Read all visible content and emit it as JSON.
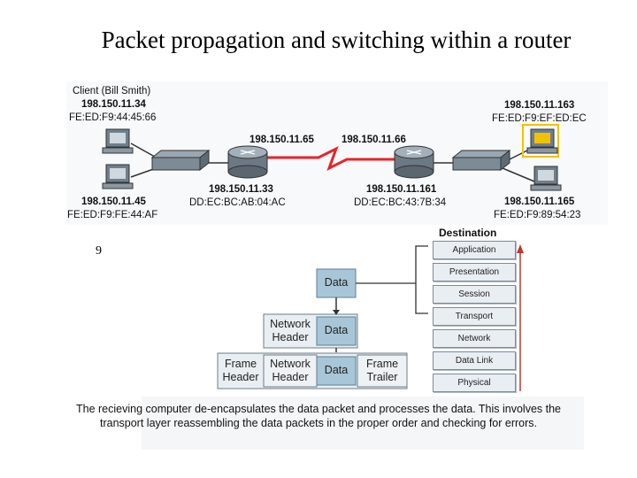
{
  "title": "Packet propagation and switching within a router",
  "slide_number": "9",
  "network": {
    "client_name": "Client (Bill Smith)",
    "client_ip": "198.150.11.34",
    "client_mac": "FE:ED:F9:44:45:66",
    "host_left_bottom_ip": "198.150.11.45",
    "host_left_bottom_mac": "FE:ED:F9:FE:44:AF",
    "router1_wan_ip": "198.150.11.65",
    "router1_lan_ip": "198.150.11.33",
    "router1_mac": "DD:EC:BC:AB:04:AC",
    "router2_wan_ip": "198.150.11.66",
    "router2_lan_ip": "198.150.11.161",
    "router2_mac": "DD:EC:BC:43:7B:34",
    "dest_host_ip": "198.150.11.163",
    "dest_host_mac": "FE:ED:F9:EF:ED:EC",
    "host_right_bottom_ip": "198.150.11.165",
    "host_right_bottom_mac": "FE:ED:F9:89:54:23"
  },
  "encapsulation": {
    "data": "Data",
    "network_header": "Network Header",
    "frame_header": "Frame Header",
    "frame_trailer": "Frame Trailer"
  },
  "osi": {
    "heading": "Destination",
    "layers": [
      "Application",
      "Presentation",
      "Session",
      "Transport",
      "Network",
      "Data Link",
      "Physical"
    ]
  },
  "caption": "The recieving computer de-encapsulates the data packet and processes the data. This involves the transport layer reassembling the data packets in the proper order and checking for errors.",
  "colors": {
    "highlight_host": "#f2c200",
    "wan_link": "#e8232a",
    "data_box": "#a8c6d8",
    "header_box": "#e8eef2",
    "arrow": "#c0392b"
  }
}
